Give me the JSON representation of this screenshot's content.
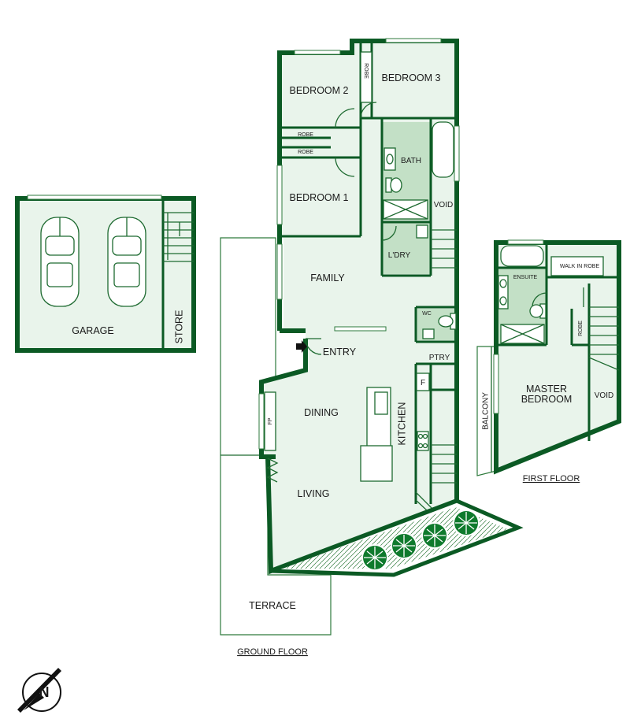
{
  "rooms": {
    "garage": "GARAGE",
    "store": "STORE",
    "bedroom1": "BEDROOM 1",
    "bedroom2": "BEDROOM 2",
    "bedroom3": "BEDROOM 3",
    "robe": "ROBE",
    "bath": "BATH",
    "void": "VOID",
    "laundry": "L'DRY",
    "family": "FAMILY",
    "wc": "WC",
    "ptry": "PTRY",
    "fridge": "F",
    "entry": "ENTRY",
    "dining": "DINING",
    "kitchen": "KITCHEN",
    "fireplace": "FP",
    "living": "LIVING",
    "terrace": "TERRACE",
    "ensuite": "ENSUITE",
    "walk_in_robe": "WALK IN ROBE",
    "master_bedroom_line1": "MASTER",
    "master_bedroom_line2": "BEDROOM",
    "balcony": "BALCONY"
  },
  "floors": {
    "ground": "GROUND FLOOR",
    "first": "FIRST FLOOR"
  },
  "compass": {
    "north": "N"
  },
  "colors": {
    "wall": "#0b5a24",
    "room_fill": "#e9f4eb",
    "wet_area_fill": "#c3e0c6",
    "tree_fill": "#0e7a2c"
  }
}
